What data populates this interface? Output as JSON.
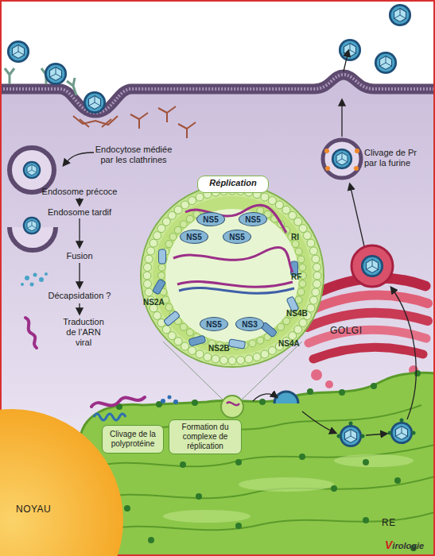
{
  "diagram": {
    "nodes": [
      {
        "text": [
          "Réplication"
        ]
      },
      {
        "text": [
          "NS5"
        ],
        "in": 0
      },
      {
        "text": [
          "NS5"
        ],
        "in": 0
      },
      {
        "text": [
          "NS5"
        ],
        "in": 0
      },
      {
        "text": [
          "NS5"
        ],
        "in": 0
      },
      {
        "text": [
          "NS5"
        ],
        "in": 0
      },
      {
        "text": [
          "NS3"
        ],
        "in": 0
      },
      {
        "text": [
          "GOLGI"
        ]
      },
      {
        "text": [
          "RE"
        ]
      },
      {
        "text": [
          "Clivage de la polyprotéine"
        ],
        "in": 8
      },
      {
        "text": [
          "Formation du complexe de réplication"
        ],
        "in": 8
      },
      {
        "text": [
          "NOYAU"
        ]
      }
    ],
    "labels": [
      "Endocytose médiée par les clathrines",
      "Endosome précoce",
      "Endosome tardif",
      "Fusion",
      "Décapsidation ?",
      "Traduction de l’ARN viral",
      "RI",
      "RF",
      "NS2A",
      "NS4B",
      "NS2B",
      "NS4A",
      "Clivage de Pr par la furine",
      "Virologie"
    ]
  }
}
